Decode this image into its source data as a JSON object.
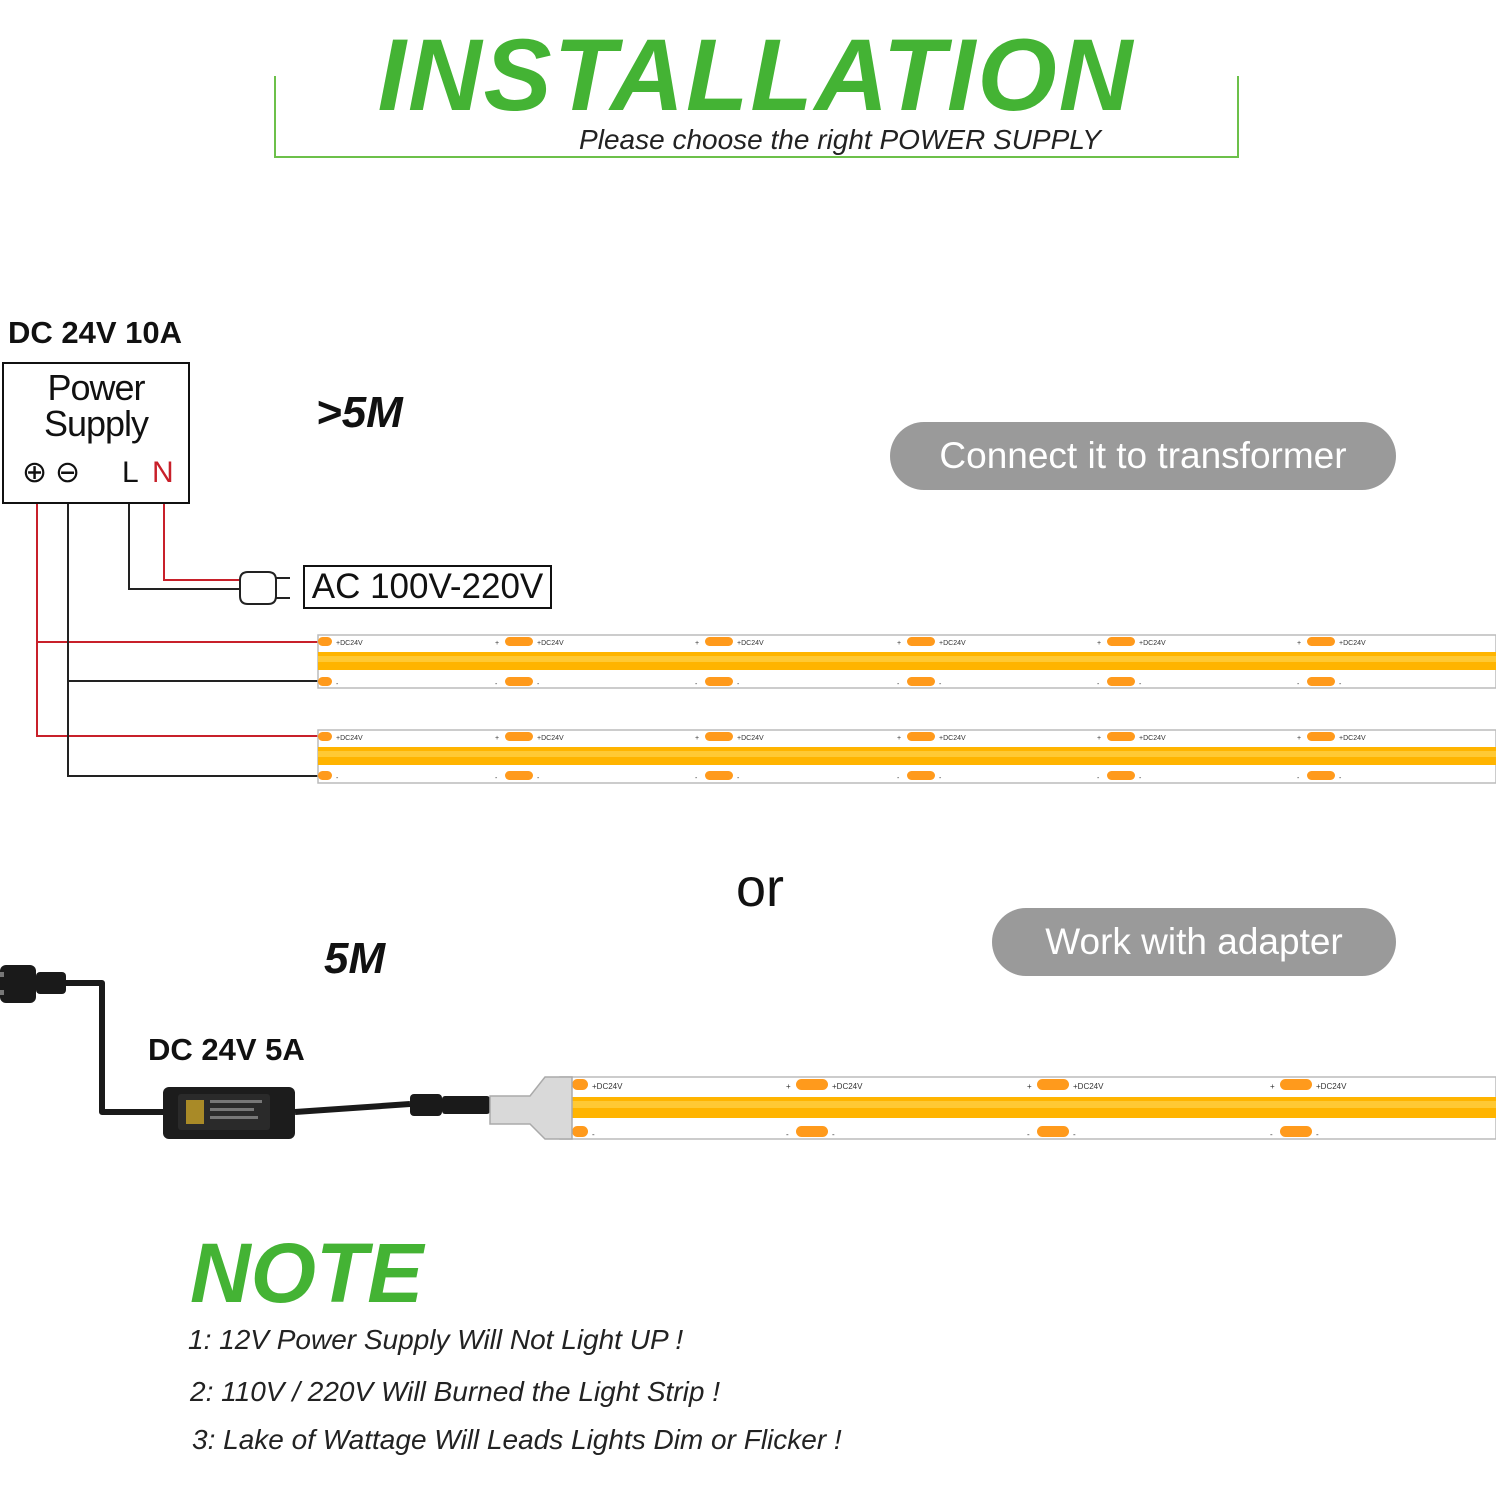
{
  "header": {
    "title": "INSTALLATION",
    "subtitle": "Please choose the right POWER SUPPLY"
  },
  "colors": {
    "accent_green": "#44b334",
    "strip_yellow": "#ffc21a",
    "strip_orange": "#ff9a1c",
    "wire_red": "#c8202a",
    "pill_gray": "#9a9a9a"
  },
  "section_transformer": {
    "supply_rating": "DC 24V 10A",
    "psu_label_line1": "Power",
    "psu_label_line2": "Supply",
    "terminal_plus": "⊕",
    "terminal_minus": "⊖",
    "terminal_l": "L",
    "terminal_n": "N",
    "length_label": ">5M",
    "pill_text": "Connect it to transformer",
    "ac_label": "AC 100V-220V"
  },
  "strip_labels": {
    "pad_positive": "+DC24V",
    "plus": "+",
    "minus": "-"
  },
  "divider_word": "or",
  "section_adapter": {
    "length_label": "5M",
    "pill_text": "Work with adapter",
    "supply_rating": "DC 24V 5A"
  },
  "note": {
    "title": "NOTE",
    "items": [
      "1: 12V Power Supply Will Not Light UP !",
      "2: 110V / 220V  Will Burned the Light Strip !",
      "3: Lake of Wattage Will Leads Lights Dim or Flicker !"
    ]
  }
}
